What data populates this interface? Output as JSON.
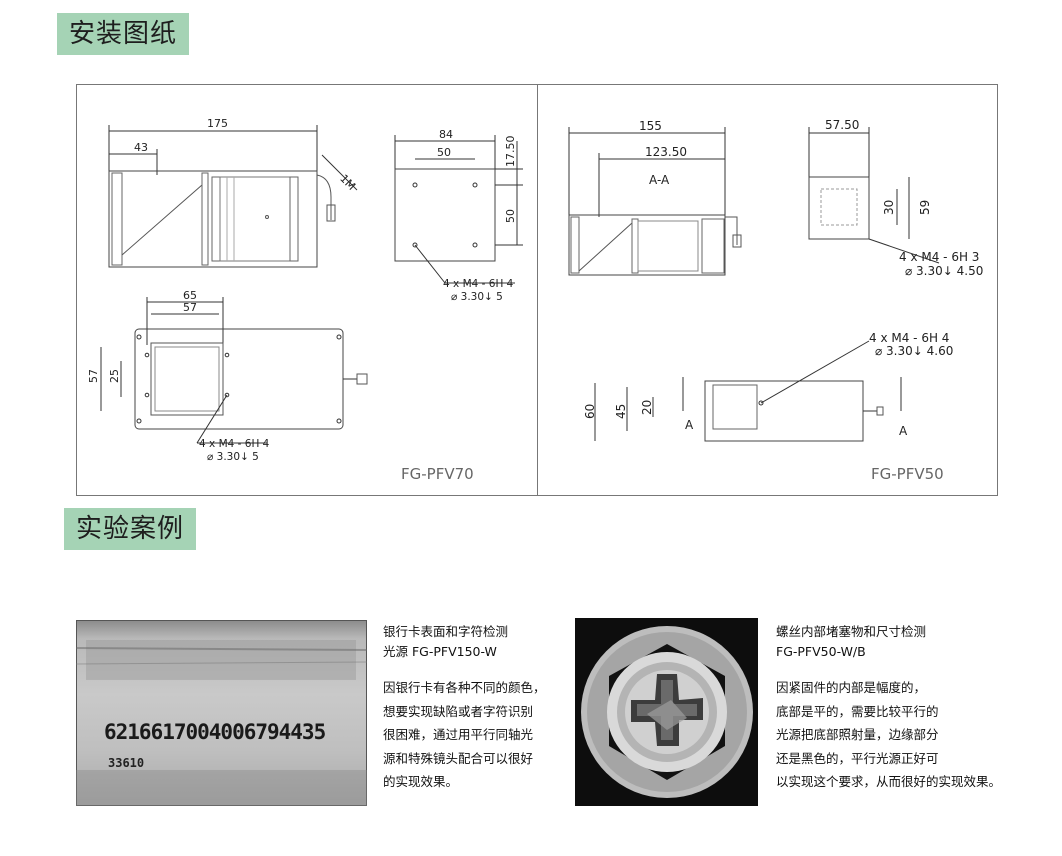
{
  "section_install": "安装图纸",
  "section_cases": "实验案例",
  "left_model": "FG-PFV70",
  "right_model": "FG-PFV50",
  "dims_left": {
    "top_width": "175",
    "top_inner": "43",
    "cable": "1M",
    "side_width": "84",
    "side_hole_span": "50",
    "side_top": "17.50",
    "side_height": "50",
    "side_note_1": "4 x M4 - 6H 4",
    "side_note_2": "⌀ 3.30↓ 5",
    "front_65": "65",
    "front_57": "57",
    "front_57_v": "57",
    "front_25_v": "25",
    "front_note_1": "4 x M4 - 6H 4",
    "front_note_2": "⌀ 3.30↓ 5"
  },
  "dims_right": {
    "top_155": "155",
    "top_123": "123.50",
    "section": "A-A",
    "side_57": "57.50",
    "side_30": "30",
    "side_59": "59",
    "side_note_1": "4 x M4 - 6H 3",
    "side_note_2": "⌀ 3.30↓ 4.50",
    "bottom_note_1": "4 x M4 - 6H 4",
    "bottom_note_2": "⌀ 3.30↓ 4.60",
    "v60": "60",
    "v45": "45",
    "v20": "20",
    "a_left": "A",
    "a_right": "A"
  },
  "case1": {
    "card_number": "6216617004006794435",
    "card_small": "33610",
    "title_1": "银行卡表面和字符检测",
    "title_2": "光源 FG-PFV150-W",
    "desc": [
      "因银行卡有各种不同的颜色，",
      "想要实现缺陷或者字符识别",
      "很困难，通过用平行同轴光",
      "源和特殊镜头配合可以很好",
      "的实现效果。"
    ]
  },
  "case2": {
    "title_1": "螺丝内部堵塞物和尺寸检测",
    "title_2": "FG-PFV50-W/B",
    "desc": [
      "因紧固件的内部是幅度的，",
      "底部是平的，需要比较平行的",
      "光源把底部照射量，边缘部分",
      "还是黑色的，平行光源正好可",
      "以实现这个要求，从而很好的实现效果。"
    ]
  }
}
